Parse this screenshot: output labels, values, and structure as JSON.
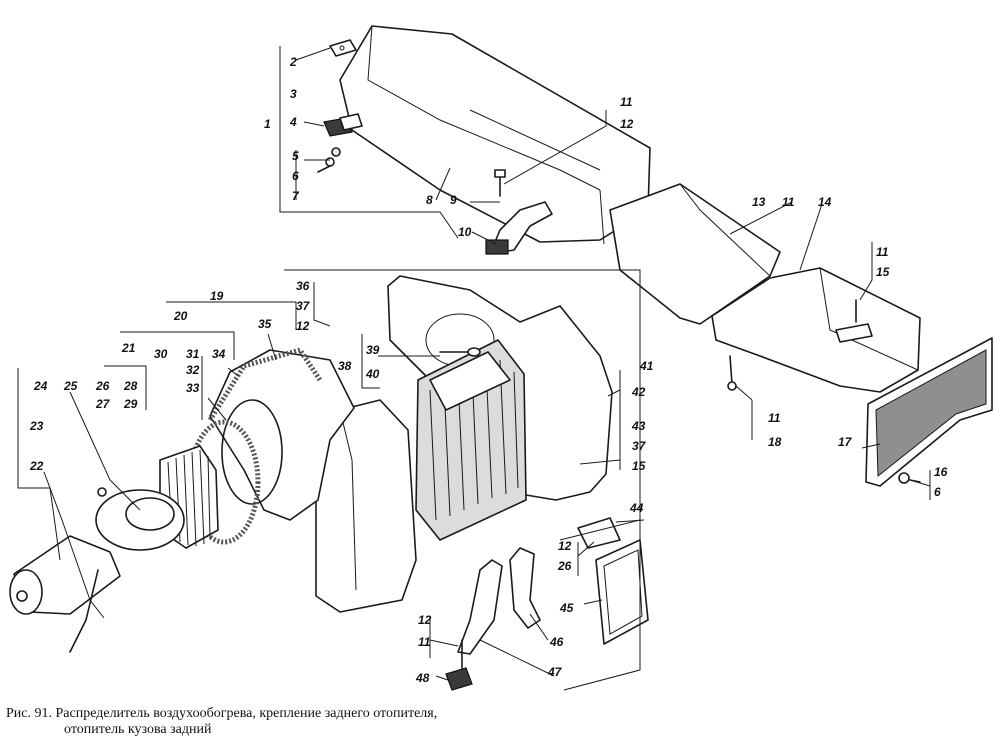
{
  "figure": {
    "caption_line1": "Рис. 91. Распределитель воздухообогрева, крепление заднего отопителя,",
    "caption_line2": "отопитель кузова задний"
  },
  "callouts": [
    "1",
    "2",
    "3",
    "4",
    "5",
    "6",
    "7",
    "8",
    "9",
    "10",
    "11",
    "12",
    "11",
    "12",
    "13",
    "14",
    "11",
    "15",
    "11",
    "18",
    "17",
    "16",
    "6",
    "19",
    "20",
    "21",
    "22",
    "23",
    "24",
    "25",
    "26",
    "27",
    "28",
    "29",
    "30",
    "31",
    "32",
    "33",
    "34",
    "35",
    "36",
    "37",
    "12",
    "38",
    "39",
    "40",
    "41",
    "42",
    "43",
    "37",
    "15",
    "44",
    "12",
    "26",
    "45",
    "46",
    "47",
    "12",
    "11",
    "48"
  ]
}
